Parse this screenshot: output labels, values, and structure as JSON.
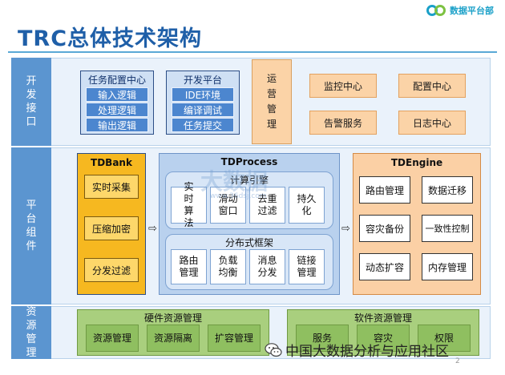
{
  "header": {
    "title": "TRC总体技术架构",
    "brand": "数据平台部"
  },
  "bands": {
    "dev": "开发接口",
    "platform": "平台组件",
    "resource": "资源管理"
  },
  "dev": {
    "task_config": {
      "title": "任务配置中心",
      "items": [
        "输入逻辑",
        "处理逻辑",
        "输出逻辑"
      ]
    },
    "dev_platform": {
      "title": "开发平台",
      "items": [
        "IDE环境",
        "编译调试",
        "任务提交"
      ]
    },
    "ops": "运营管理",
    "orange_boxes": [
      "监控中心",
      "配置中心",
      "告警服务",
      "日志中心"
    ]
  },
  "platform": {
    "tdbank": {
      "title": "TDBank",
      "items": [
        "实时采集",
        "压缩加密",
        "分发过滤"
      ]
    },
    "tdprocess": {
      "title": "TDProcess",
      "compute": {
        "title": "计算引擎",
        "items": [
          "实时算法",
          "滑动窗口",
          "去重过滤",
          "持久化"
        ]
      },
      "distributed": {
        "title": "分布式框架",
        "items": [
          "路由管理",
          "负载均衡",
          "消息分发",
          "链接管理"
        ]
      }
    },
    "tdengine": {
      "title": "TDEngine",
      "items": [
        "路由管理",
        "数据迁移",
        "容灾备份",
        "一致性控制",
        "动态扩容",
        "内存管理"
      ]
    }
  },
  "resource": {
    "hardware": {
      "title": "硬件资源管理",
      "items": [
        "资源管理",
        "资源隔离",
        "扩容管理"
      ]
    },
    "software": {
      "title": "软件资源管理",
      "items": [
        "服务",
        "容灾",
        "权限"
      ]
    }
  },
  "watermark": {
    "text": "大数据",
    "url": "www.36dsj.com"
  },
  "footer": {
    "text": "中国大数据分析与应用社区",
    "page": "2"
  },
  "colors": {
    "title_blue": "#1f5fa8",
    "band_label": "#5b95d0",
    "blue_button": "#4c86cf",
    "orange": "#fbd3a7",
    "yellow": "#f6b820",
    "process": "#b9d1ee",
    "engine": "#fbd0a5",
    "green": "#a9cf7e"
  },
  "icons": {
    "brand": "infinity-logo-icon",
    "footer": "wechat-icon",
    "arrow": "right-arrow-icon"
  }
}
